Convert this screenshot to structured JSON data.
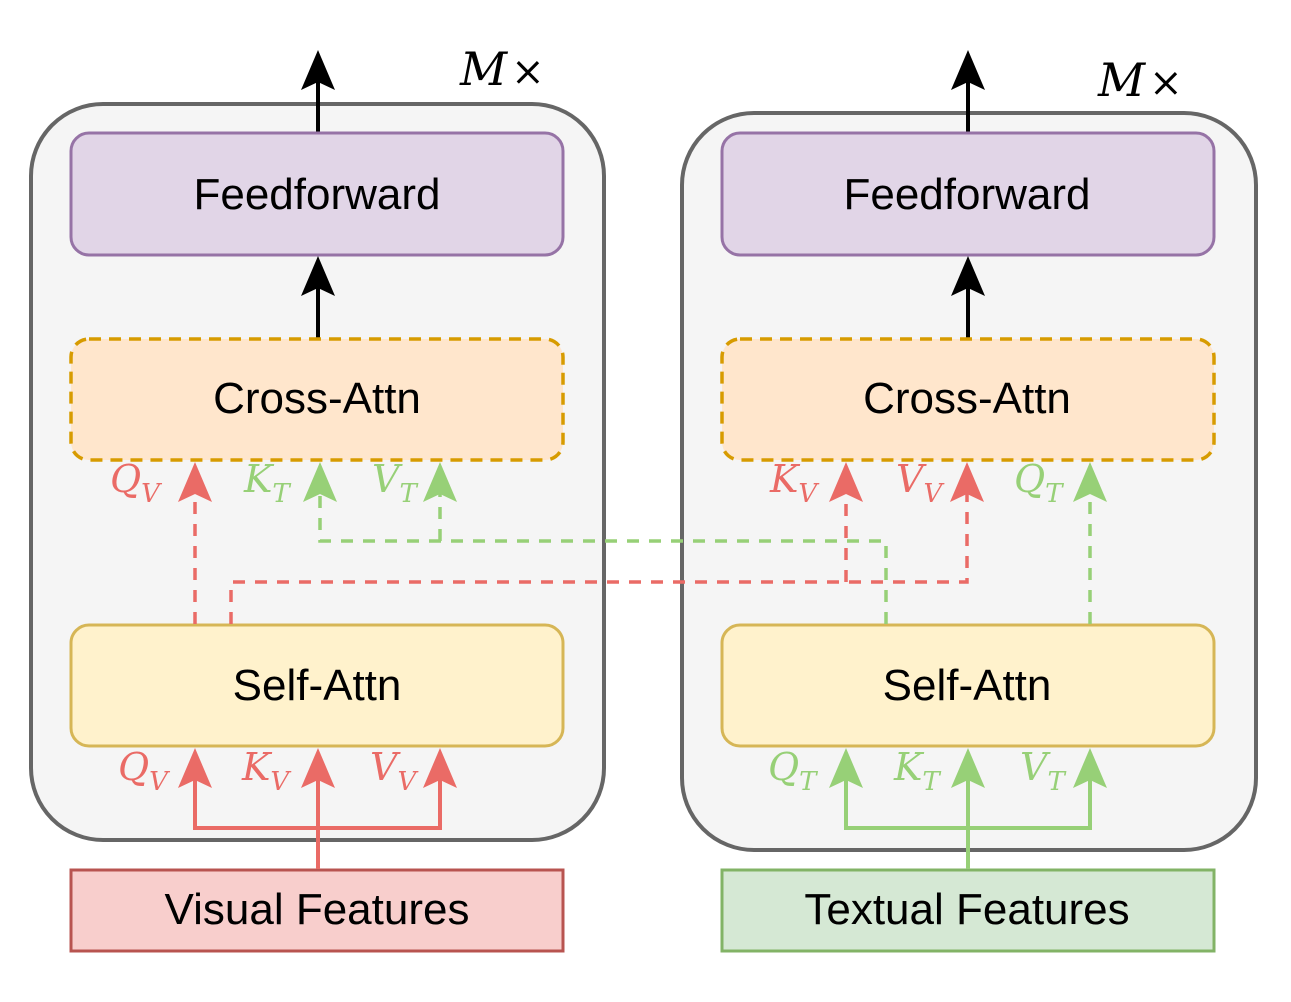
{
  "colors": {
    "container_fill": "#f5f5f5",
    "container_stroke": "#666666",
    "feedforward_fill": "#e1d5e7",
    "feedforward_stroke": "#9673a6",
    "cross_attn_fill": "#ffe6cc",
    "cross_attn_stroke": "#d79b00",
    "self_attn_fill": "#fff2cc",
    "self_attn_stroke": "#d6b656",
    "visual_fill": "#f8cecc",
    "visual_stroke": "#b85450",
    "textual_fill": "#d5e8d4",
    "textual_stroke": "#82b366",
    "visual_arrow": "#ea6b66",
    "textual_arrow": "#97d077",
    "main_arrow": "#000000"
  },
  "branches": {
    "visual": {
      "repeat_label": {
        "main": "M",
        "times": "×"
      },
      "feedforward_label": "Feedforward",
      "cross_attn_label": "Cross-Attn",
      "self_attn_label": "Self-Attn",
      "input_label": "Visual Features",
      "cross_inputs": [
        {
          "main": "Q",
          "sub": "V",
          "source": "visual"
        },
        {
          "main": "K",
          "sub": "T",
          "source": "textual"
        },
        {
          "main": "V",
          "sub": "T",
          "source": "textual"
        }
      ],
      "self_inputs": [
        {
          "main": "Q",
          "sub": "V"
        },
        {
          "main": "K",
          "sub": "V"
        },
        {
          "main": "V",
          "sub": "V"
        }
      ]
    },
    "textual": {
      "repeat_label": {
        "main": "M",
        "times": "×"
      },
      "feedforward_label": "Feedforward",
      "cross_attn_label": "Cross-Attn",
      "self_attn_label": "Self-Attn",
      "input_label": "Textual Features",
      "cross_inputs": [
        {
          "main": "K",
          "sub": "V",
          "source": "visual"
        },
        {
          "main": "V",
          "sub": "V",
          "source": "visual"
        },
        {
          "main": "Q",
          "sub": "T",
          "source": "textual"
        }
      ],
      "self_inputs": [
        {
          "main": "Q",
          "sub": "T"
        },
        {
          "main": "K",
          "sub": "T"
        },
        {
          "main": "V",
          "sub": "T"
        }
      ]
    }
  }
}
